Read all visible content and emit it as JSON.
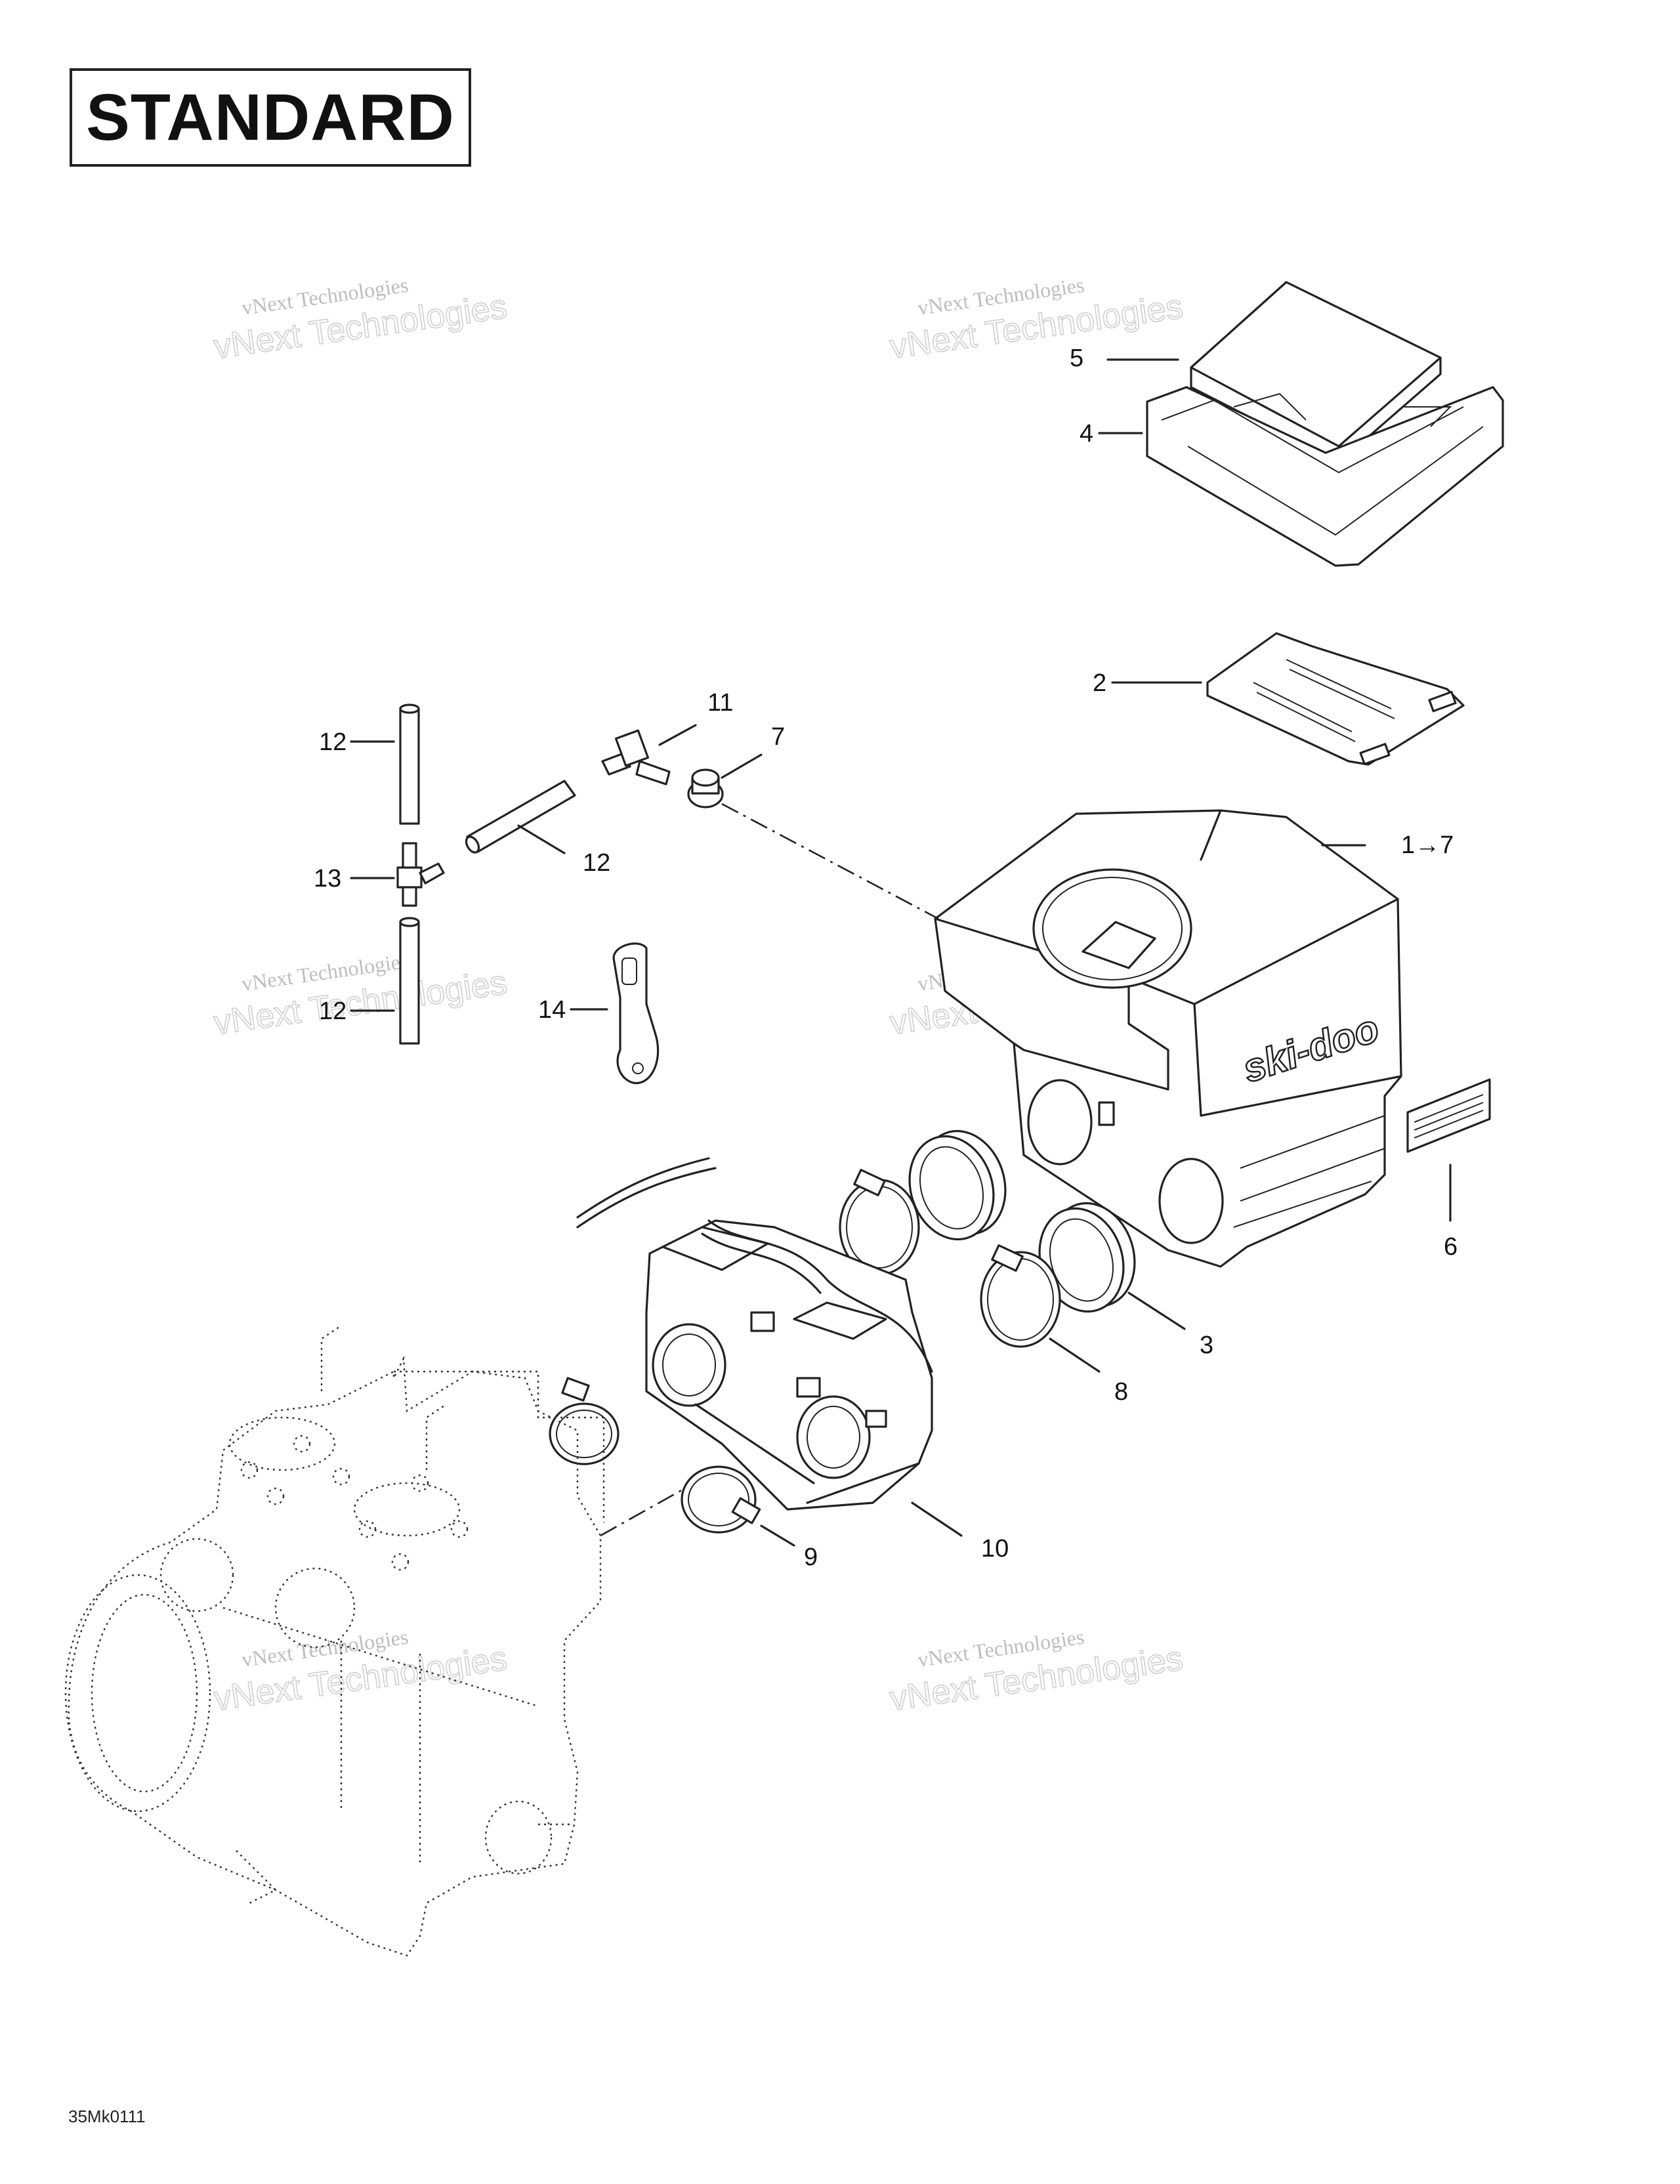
{
  "header": {
    "title": "STANDARD"
  },
  "footer": {
    "reference_code": "35Mk0111"
  },
  "watermark": {
    "line1": "vNext Technologies",
    "line2": "vNext Technologies"
  },
  "decal": {
    "brand_text": "ski-doo"
  },
  "callouts": [
    {
      "id": "c1",
      "label": "1→7"
    },
    {
      "id": "c2",
      "label": "2"
    },
    {
      "id": "c3",
      "label": "3"
    },
    {
      "id": "c4",
      "label": "4"
    },
    {
      "id": "c5",
      "label": "5"
    },
    {
      "id": "c6",
      "label": "6"
    },
    {
      "id": "c7",
      "label": "7"
    },
    {
      "id": "c8",
      "label": "8"
    },
    {
      "id": "c9",
      "label": "9"
    },
    {
      "id": "c10",
      "label": "10"
    },
    {
      "id": "c11",
      "label": "11"
    },
    {
      "id": "c12a",
      "label": "12"
    },
    {
      "id": "c12b",
      "label": "12"
    },
    {
      "id": "c12c",
      "label": "12"
    },
    {
      "id": "c13",
      "label": "13"
    },
    {
      "id": "c14",
      "label": "14"
    }
  ]
}
